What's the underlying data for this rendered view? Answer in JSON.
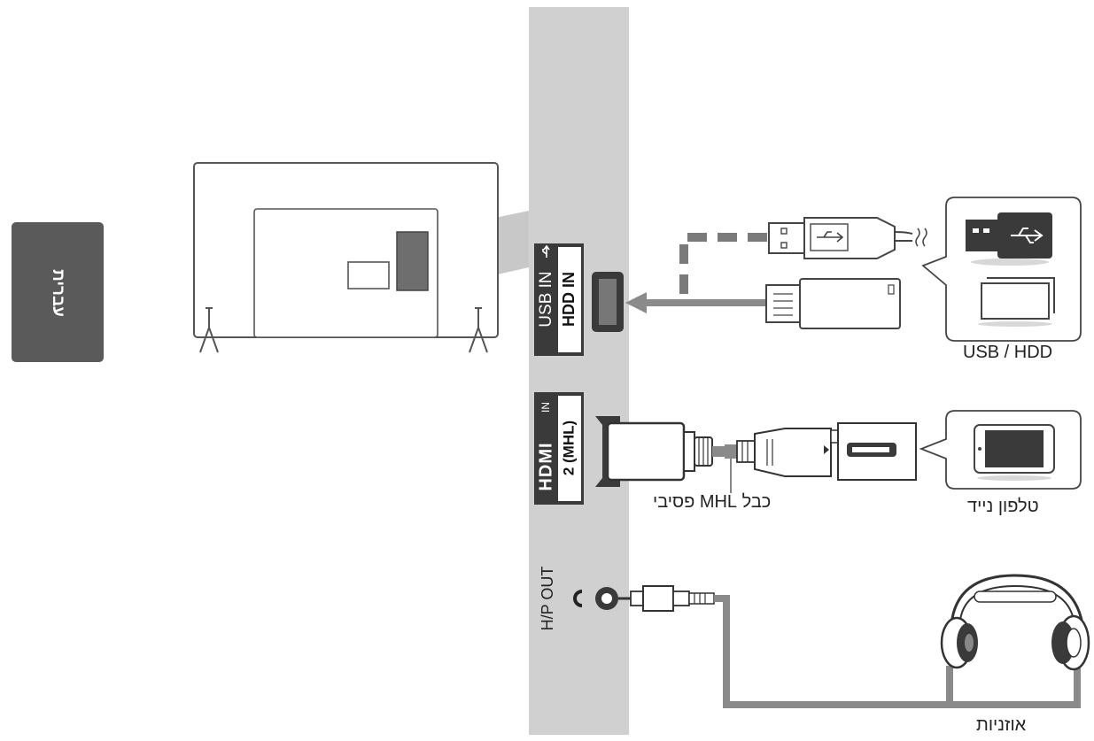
{
  "side_tab": {
    "label": "עברית"
  },
  "ports": {
    "usb_in": "USB IN",
    "hdd_in": "HDD IN",
    "hdmi_logo": "HDMI",
    "hdmi_in": "IN",
    "hdmi_mhl": "2 (MHL)",
    "hp_out": "H/P OUT"
  },
  "devices": {
    "usb_hdd": "USB / HDD",
    "mobile_phone": "טלפון נייד",
    "headphones": "אוזניות"
  },
  "cables": {
    "passive_mhl": "כבל MHL פסיבי"
  },
  "colors": {
    "panel_gray": "#d0d0d0",
    "port_dark": "#3a3a3a",
    "tab_gray": "#5a5a5a",
    "cable_gray": "#8a8a8a"
  }
}
